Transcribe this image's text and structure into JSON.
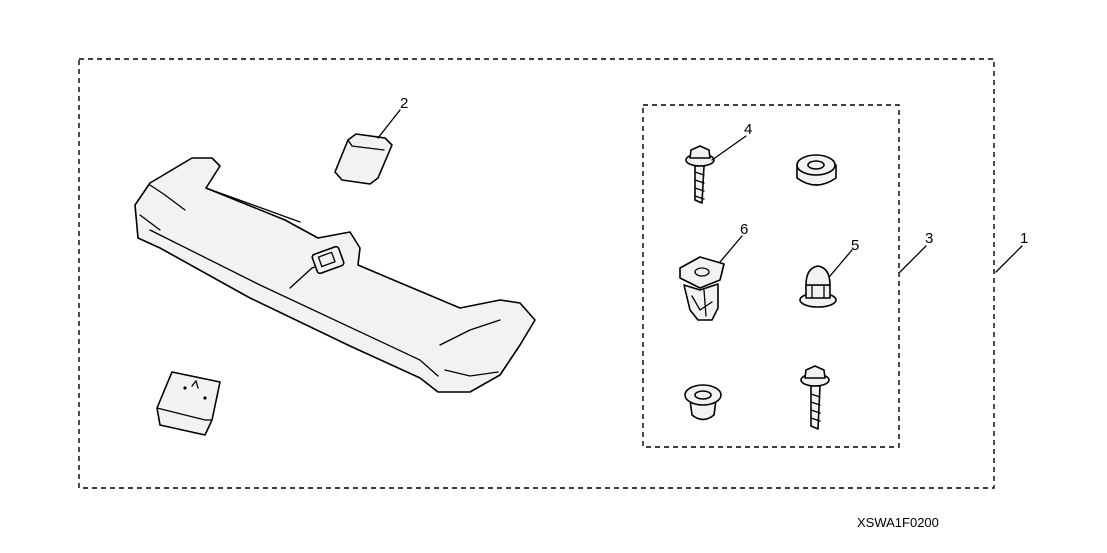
{
  "callouts": [
    "1",
    "2",
    "3",
    "4",
    "5",
    "6"
  ],
  "diagram_code": "XSWA1F0200"
}
